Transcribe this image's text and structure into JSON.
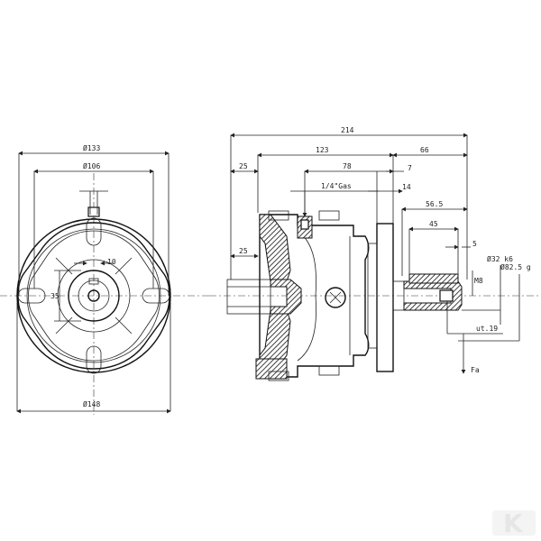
{
  "front_view": {
    "dims": {
      "d133": "Ø133",
      "d106": "Ø106",
      "d148": "Ø148",
      "w10": "10",
      "w35": "35"
    }
  },
  "side_view": {
    "dims": {
      "l214": "214",
      "l123": "123",
      "l66": "66",
      "l25a": "25",
      "l78": "78",
      "l7": "7",
      "gas": "1/4\"Gas",
      "l14": "14",
      "l56_5": "56.5",
      "l45": "45",
      "l5": "5",
      "l25b": "25",
      "m8": "M8",
      "d32": "Ø32 k6",
      "d82_5": "Ø82.5 g",
      "ut19": "ut.19",
      "fa": "Fa"
    }
  },
  "watermark": {
    "logo_text": "K"
  }
}
